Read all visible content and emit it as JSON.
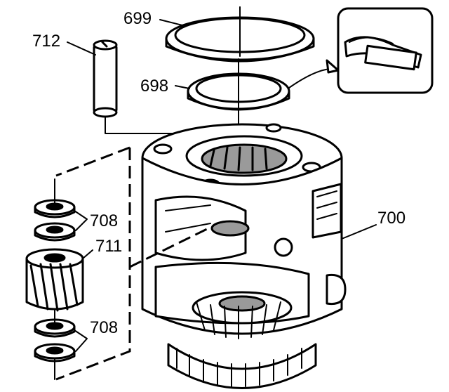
{
  "callouts": {
    "part_699": "699",
    "part_698": "698",
    "part_712": "712",
    "part_700": "700",
    "part_711": "711",
    "part_708_upper": "708",
    "part_708_lower": "708"
  },
  "colors": {
    "ink": "#000000",
    "paper": "#ffffff",
    "shade": "#9a9a9a"
  }
}
